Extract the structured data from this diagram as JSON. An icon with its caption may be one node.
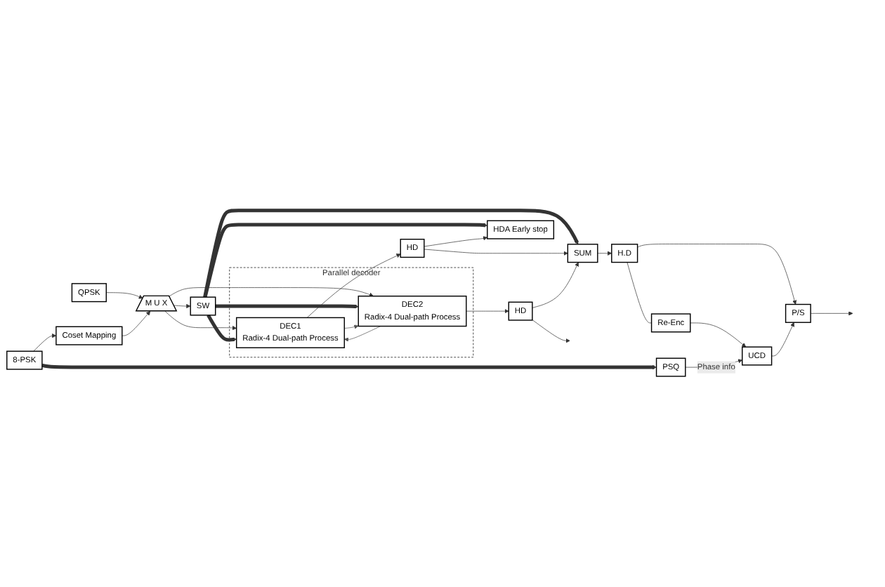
{
  "diagram": {
    "nodes": [
      {
        "text": [
          "QPSK"
        ]
      },
      {
        "text": [
          "8-PSK"
        ]
      },
      {
        "text": [
          "Coset Mapping"
        ]
      },
      {
        "text": [
          "M U X"
        ]
      },
      {
        "text": [
          "SW"
        ]
      },
      {
        "text": [
          "Parallel decoder"
        ]
      },
      {
        "text": [
          "DEC1",
          "Radix-4 Dual-path Process"
        ],
        "in": 5
      },
      {
        "text": [
          "DEC2",
          "Radix-4 Dual-path Process"
        ],
        "in": 5
      },
      {
        "text": [
          "HD"
        ]
      },
      {
        "text": [
          "HD"
        ]
      },
      {
        "text": [
          "HDA Early stop"
        ]
      },
      {
        "text": [
          "SUM"
        ]
      },
      {
        "text": [
          "H.D"
        ]
      },
      {
        "text": [
          "Re-Enc"
        ]
      },
      {
        "text": [
          "P/S"
        ]
      },
      {
        "text": [
          "PSQ"
        ]
      },
      {
        "text": [
          "UCD"
        ]
      }
    ],
    "edges": [
      {
        "from": 0,
        "to": 3,
        "arrow": "to"
      },
      {
        "from": 1,
        "to": 2,
        "arrow": "to"
      },
      {
        "from": 1,
        "to": 15,
        "arrow": "to",
        "style": "thick"
      },
      {
        "from": 2,
        "to": 3,
        "arrow": "to"
      },
      {
        "from": 3,
        "to": 4,
        "arrow": "to"
      },
      {
        "from": 3,
        "to": 6,
        "arrow": "to"
      },
      {
        "from": 3,
        "to": 7,
        "arrow": "to"
      },
      {
        "from": 4,
        "to": 6,
        "arrow": "to",
        "style": "thick"
      },
      {
        "from": 4,
        "to": 7,
        "arrow": "to",
        "style": "thick"
      },
      {
        "from": 6,
        "to": 7,
        "arrow": "to",
        "color": "#555555"
      },
      {
        "from": 7,
        "to": 6,
        "arrow": "to",
        "color": "#555555"
      },
      {
        "from": 4,
        "to": 10,
        "arrow": "to",
        "style": "thick"
      },
      {
        "from": 4,
        "to": 11,
        "arrow": "to",
        "style": "thick"
      },
      {
        "from": 6,
        "to": 8,
        "arrow": "to"
      },
      {
        "from": 7,
        "to": 9,
        "arrow": "to"
      },
      {
        "from": 8,
        "to": 10,
        "arrow": "to"
      },
      {
        "from": 8,
        "to": 11,
        "arrow": "to"
      },
      {
        "from": 9,
        "to": 11,
        "arrow": "to"
      },
      {
        "from": 9,
        "to": null,
        "arrow": "to"
      },
      {
        "from": 11,
        "to": 12,
        "arrow": "to"
      },
      {
        "from": 12,
        "to": 13,
        "arrow": "none"
      },
      {
        "from": 12,
        "to": 14,
        "arrow": "to"
      },
      {
        "from": 13,
        "to": 16,
        "arrow": "to"
      },
      {
        "from": 15,
        "to": 16,
        "label": "Phase info",
        "arrow": "to"
      },
      {
        "from": 16,
        "to": 14,
        "arrow": "to"
      },
      {
        "from": 14,
        "to": null,
        "arrow": "to"
      }
    ]
  }
}
